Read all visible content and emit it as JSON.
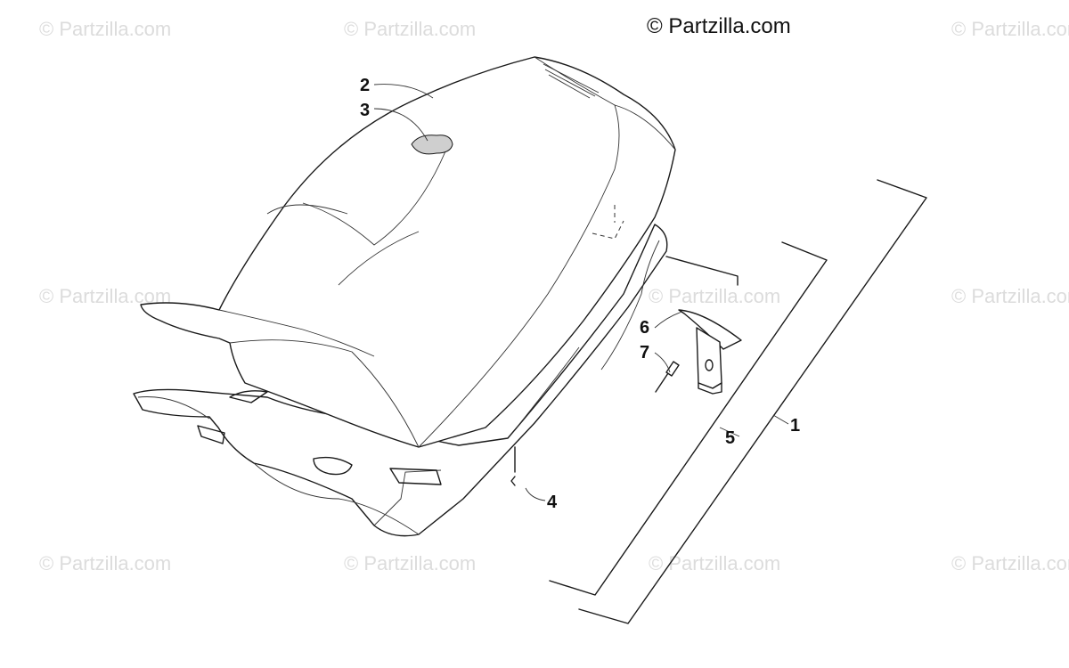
{
  "header": {
    "copyright": "© Partzilla.com"
  },
  "watermark": {
    "text": "© Partzilla.com"
  },
  "callouts": [
    {
      "id": "1",
      "label": "1"
    },
    {
      "id": "2",
      "label": "2"
    },
    {
      "id": "3",
      "label": "3"
    },
    {
      "id": "4",
      "label": "4"
    },
    {
      "id": "5",
      "label": "5"
    },
    {
      "id": "6",
      "label": "6"
    },
    {
      "id": "7",
      "label": "7"
    }
  ]
}
